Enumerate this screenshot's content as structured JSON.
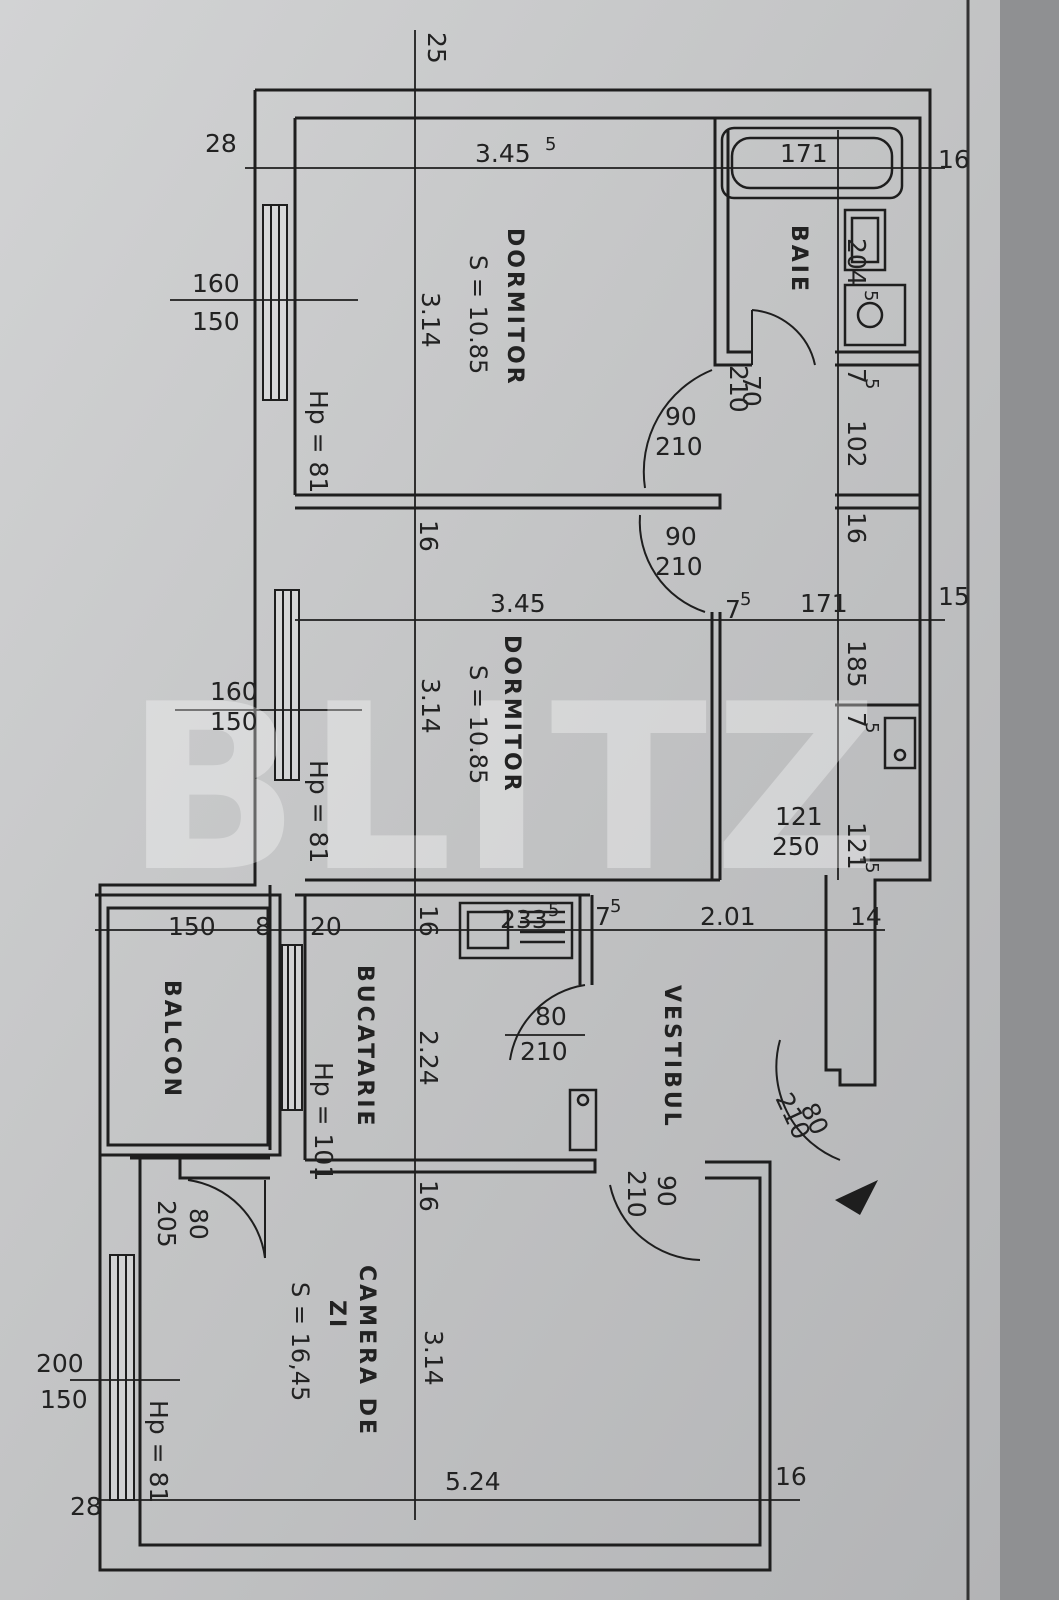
{
  "watermark": "BLITZ",
  "rooms": {
    "dormitor_top": {
      "name": "DORMITOR",
      "area": "S = 10.85",
      "hp": "Hp = 81",
      "width": "3.45",
      "width_sup": "5",
      "length": "3.14"
    },
    "dormitor_mid": {
      "name": "DORMITOR",
      "area": "S = 10.85",
      "hp": "Hp = 81",
      "width": "3.45",
      "length": "3.14"
    },
    "baie": {
      "name": "BAIE"
    },
    "bucatarie": {
      "name": "BUCATARIE",
      "hp": "Hp = 101",
      "length": "2.24"
    },
    "balcon": {
      "name": "BALCON"
    },
    "vestibul": {
      "name": "VESTIBUL"
    },
    "camera": {
      "name_line1": "CAMERA DE",
      "name_line2": "ZI",
      "area": "S = 16,45",
      "hp": "Hp = 81",
      "width": "5.24",
      "length": "3.14"
    }
  },
  "windows": {
    "dormitor_top": {
      "width": "160",
      "height": "150"
    },
    "dormitor_mid": {
      "width": "160",
      "height": "150"
    },
    "camera": {
      "width": "200",
      "height": "150"
    }
  },
  "doors": {
    "baie": {
      "width": "70",
      "height": "210"
    },
    "dormitor_top": {
      "width": "90",
      "height": "210"
    },
    "dormitor_mid": {
      "width": "90",
      "height": "210"
    },
    "bucatarie": {
      "width": "80",
      "height": "210"
    },
    "camera": {
      "width": "90",
      "height": "210"
    },
    "entrance": {
      "width": "80",
      "height": "210"
    },
    "balcon": {
      "width": "80",
      "height": "205"
    },
    "hall_niche": {
      "width": "121",
      "height": "250"
    }
  },
  "dims": {
    "top_wall": "25",
    "left_wall_top": "28",
    "left_wall_bottom": "28",
    "right_wall_baie": "16",
    "right_wall_mid": "15",
    "right_wall_camera": "16",
    "partition_1": "16",
    "partition_2": "16",
    "partition_3": "16",
    "baie_width": "171",
    "baie_length": "204",
    "baie_length_sup": "5",
    "baie_wall_a": "7",
    "baie_wall_a_sup": "5",
    "hall_102": "102",
    "hall_16": "16",
    "hall_width": "171",
    "hall_wall": "7",
    "hall_wall_sup": "5",
    "hall_185": "185",
    "hall_wall_b": "7",
    "hall_wall_b_sup": "5",
    "hall_121": "121",
    "hall_121_sup": "5",
    "balcon_width": "150",
    "balcon_wall": "8",
    "kitchen_wall": "20",
    "kitchen_233": "233",
    "kitchen_233_sup": "5",
    "kitchen_75": "7",
    "kitchen_75_sup": "5",
    "vestibul_width": "2.01",
    "vestibul_wall": "14"
  },
  "colors": {
    "paper": "#c6c7c8",
    "ink": "#1e1e1e",
    "shadow": "#8f9092"
  }
}
